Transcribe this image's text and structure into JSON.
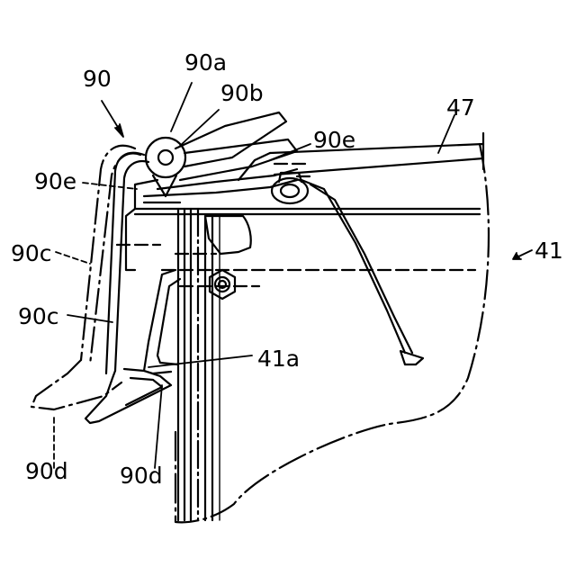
{
  "labels": {
    "l90": "90",
    "l90a": "90a",
    "l90b": "90b",
    "l47": "47",
    "l90e_right": "90e",
    "l90e_left": "90e",
    "l41": "41",
    "l90c_upper": "90c",
    "l90c_lower": "90c",
    "l41a": "41a",
    "l90d_left": "90d",
    "l90d_right": "90d"
  },
  "colors": {
    "ink": "#000000",
    "paper": "#ffffff"
  }
}
